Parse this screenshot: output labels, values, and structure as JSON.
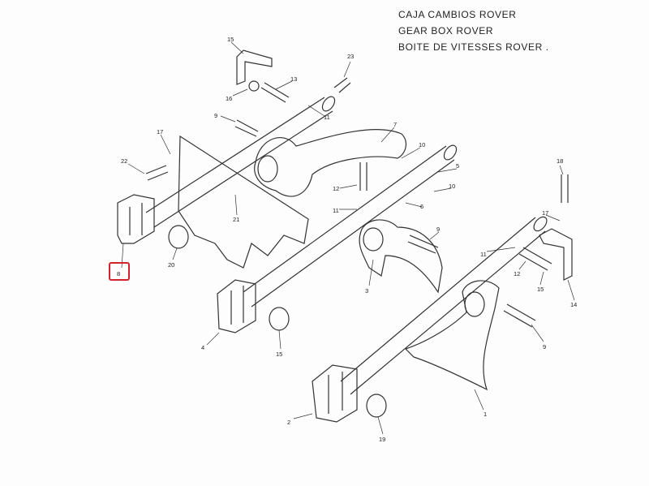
{
  "titles": [
    "CAJA CAMBIOS ROVER",
    "GEAR BOX ROVER",
    "BOITE DE VITESSES ROVER ."
  ],
  "highlight": {
    "label": "8",
    "color": "#d2232a"
  },
  "part_labels": [
    {
      "id": "15",
      "text": "15"
    },
    {
      "id": "23",
      "text": "23"
    },
    {
      "id": "13",
      "text": "13"
    },
    {
      "id": "16",
      "text": "16"
    },
    {
      "id": "9a",
      "text": "9"
    },
    {
      "id": "11a",
      "text": "11"
    },
    {
      "id": "17a",
      "text": "17"
    },
    {
      "id": "7",
      "text": "7"
    },
    {
      "id": "22",
      "text": "22"
    },
    {
      "id": "10a",
      "text": "10"
    },
    {
      "id": "5",
      "text": "5"
    },
    {
      "id": "18",
      "text": "18"
    },
    {
      "id": "12a",
      "text": "12"
    },
    {
      "id": "10b",
      "text": "10"
    },
    {
      "id": "11b",
      "text": "11"
    },
    {
      "id": "6",
      "text": "6"
    },
    {
      "id": "21",
      "text": "21"
    },
    {
      "id": "17b",
      "text": "17"
    },
    {
      "id": "9b",
      "text": "9"
    },
    {
      "id": "20",
      "text": "20"
    },
    {
      "id": "8",
      "text": "8"
    },
    {
      "id": "11c",
      "text": "11"
    },
    {
      "id": "12b",
      "text": "12"
    },
    {
      "id": "15b",
      "text": "15"
    },
    {
      "id": "14",
      "text": "14"
    },
    {
      "id": "3",
      "text": "3"
    },
    {
      "id": "4",
      "text": "4"
    },
    {
      "id": "15c",
      "text": "15"
    },
    {
      "id": "9c",
      "text": "9"
    },
    {
      "id": "2",
      "text": "2"
    },
    {
      "id": "19",
      "text": "19"
    },
    {
      "id": "1",
      "text": "1"
    }
  ]
}
